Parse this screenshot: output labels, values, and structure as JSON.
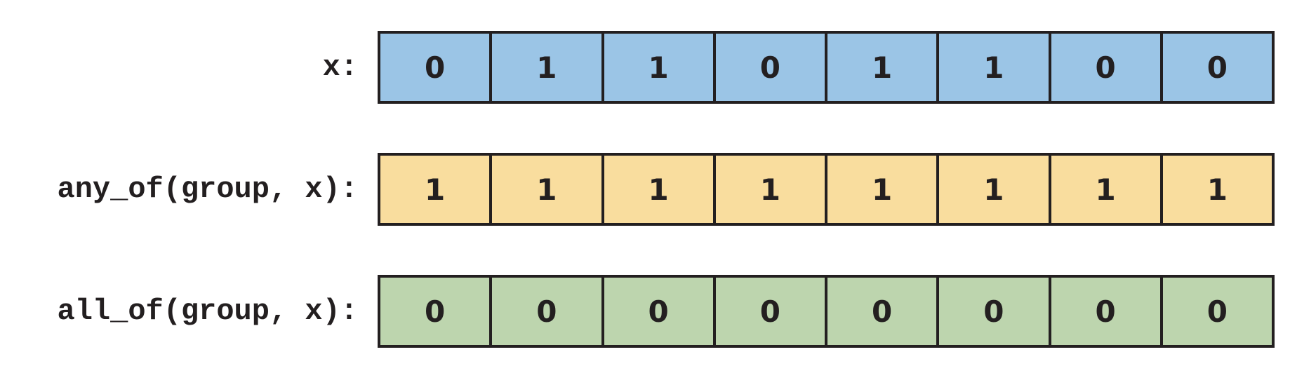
{
  "rows": [
    {
      "label": "x:",
      "color": "#9bc5e6",
      "values": [
        "0",
        "1",
        "1",
        "0",
        "1",
        "1",
        "0",
        "0"
      ]
    },
    {
      "label": "any_of(group, x):",
      "color": "#f9dd9e",
      "values": [
        "1",
        "1",
        "1",
        "1",
        "1",
        "1",
        "1",
        "1"
      ]
    },
    {
      "label": "all_of(group, x):",
      "color": "#bdd5ae",
      "values": [
        "0",
        "0",
        "0",
        "0",
        "0",
        "0",
        "0",
        "0"
      ]
    }
  ]
}
